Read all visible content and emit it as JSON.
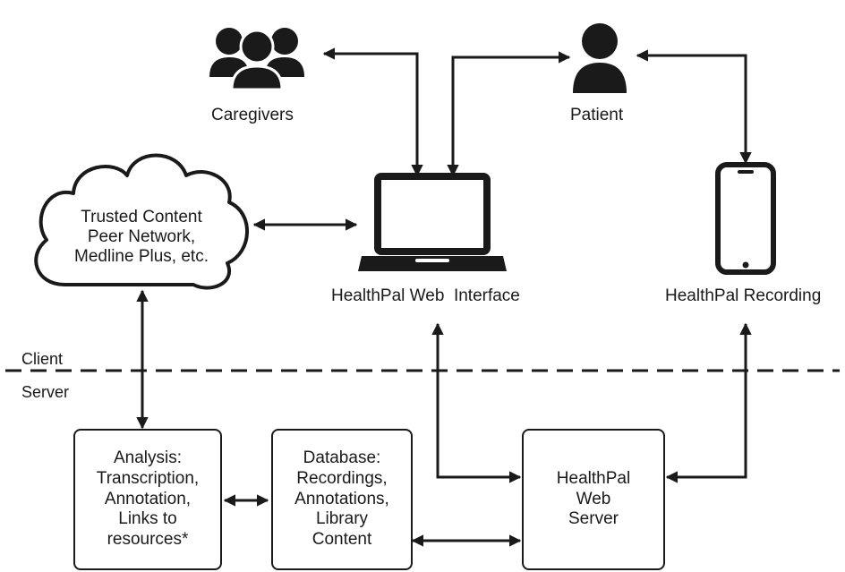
{
  "nodes": {
    "caregivers": {
      "label": "Caregivers",
      "icon": "caregivers-group-icon"
    },
    "patient": {
      "label": "Patient",
      "icon": "person-icon"
    },
    "cloud": {
      "line1": "Trusted Content",
      "line2": "Peer Network,",
      "line3": "Medline Plus, etc.",
      "icon": "cloud-icon"
    },
    "web_interface": {
      "label": "HealthPal Web  Interface",
      "icon": "laptop-icon"
    },
    "recording": {
      "label": "HealthPal Recording",
      "icon": "smartphone-icon"
    },
    "analysis": {
      "text": "Analysis:\nTranscription,\nAnnotation,\nLinks to\nresources*"
    },
    "database": {
      "text": "Database:\nRecordings,\nAnnotations,\nLibrary\nContent"
    },
    "server": {
      "text": "HealthPal\nWeb\nServer"
    }
  },
  "divider": {
    "client_label": "Client",
    "server_label": "Server"
  },
  "colors": {
    "stroke": "#1a1a1a",
    "background": "#ffffff"
  }
}
